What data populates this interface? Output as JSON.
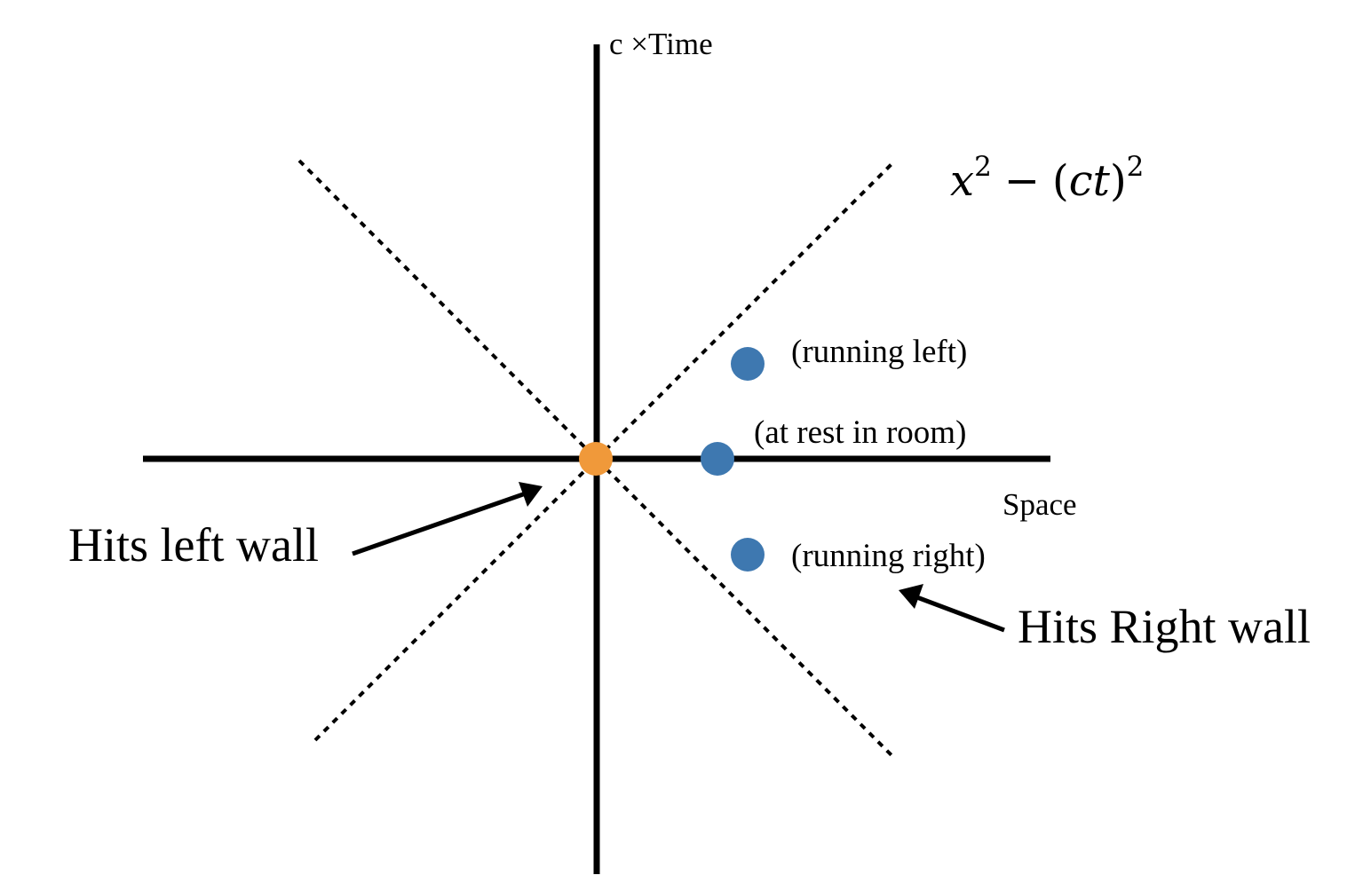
{
  "labels": {
    "time_axis": "c ×Time",
    "space_axis": "Space",
    "running_left": "(running left)",
    "at_rest": "(at rest in room)",
    "running_right": "(running right)",
    "hits_left_wall": "Hits left wall",
    "hits_right_wall": "Hits Right wall"
  },
  "formula": {
    "x": "x",
    "exp1": "2",
    "minus": "−",
    "lparen": "(",
    "ct": "ct",
    "rparen": ")",
    "exp2": "2"
  },
  "colors": {
    "event_origin": "#f0993a",
    "event_point": "#3e78b0",
    "axis": "#000000"
  }
}
